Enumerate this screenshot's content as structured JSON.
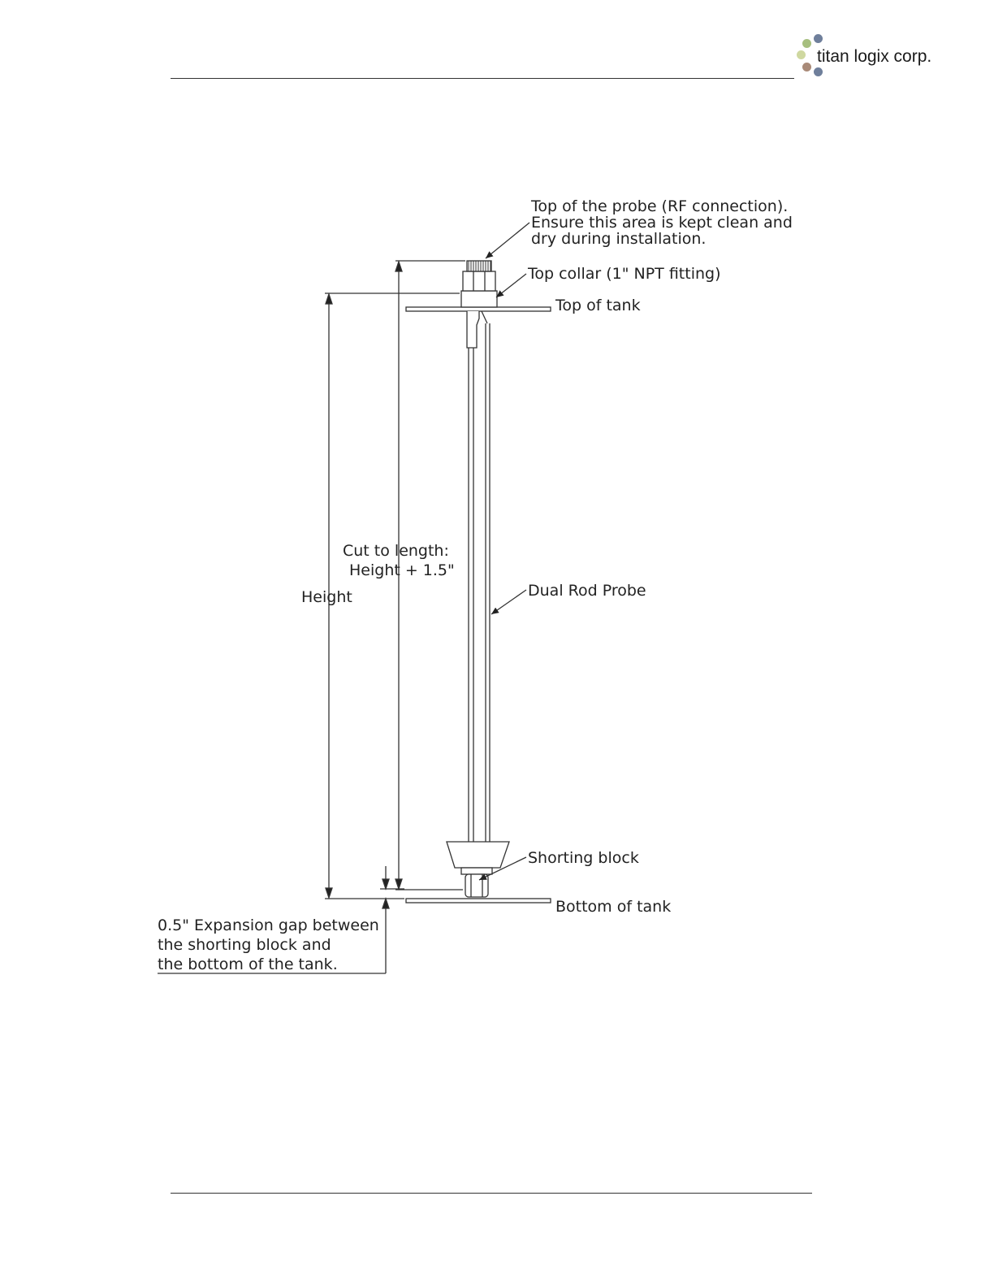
{
  "header": {
    "logo_text": "titan logix corp.",
    "logo_dot_colors": [
      "#a7bf7f",
      "#6f7f9b",
      "#cfd8a0",
      "#a98a78",
      "#6f7f9b"
    ]
  },
  "diagram": {
    "labels": {
      "top_probe_line1": "Top of the probe (RF connection).",
      "top_probe_line2": "Ensure this area is kept clean and",
      "top_probe_line3": "dry during installation.",
      "top_collar": "Top collar (1\" NPT fitting)",
      "top_of_tank": "Top of tank",
      "cut_line1": "Cut to length:",
      "cut_line2": "Height + 1.5\"",
      "height": "Height",
      "dual_rod_probe": "Dual Rod Probe",
      "shorting_block": "Shorting block",
      "bottom_of_tank": "Bottom of tank",
      "gap_line1": "0.5\" Expansion gap between",
      "gap_line2": "the shorting block and",
      "gap_line3": "the bottom of the tank."
    }
  }
}
